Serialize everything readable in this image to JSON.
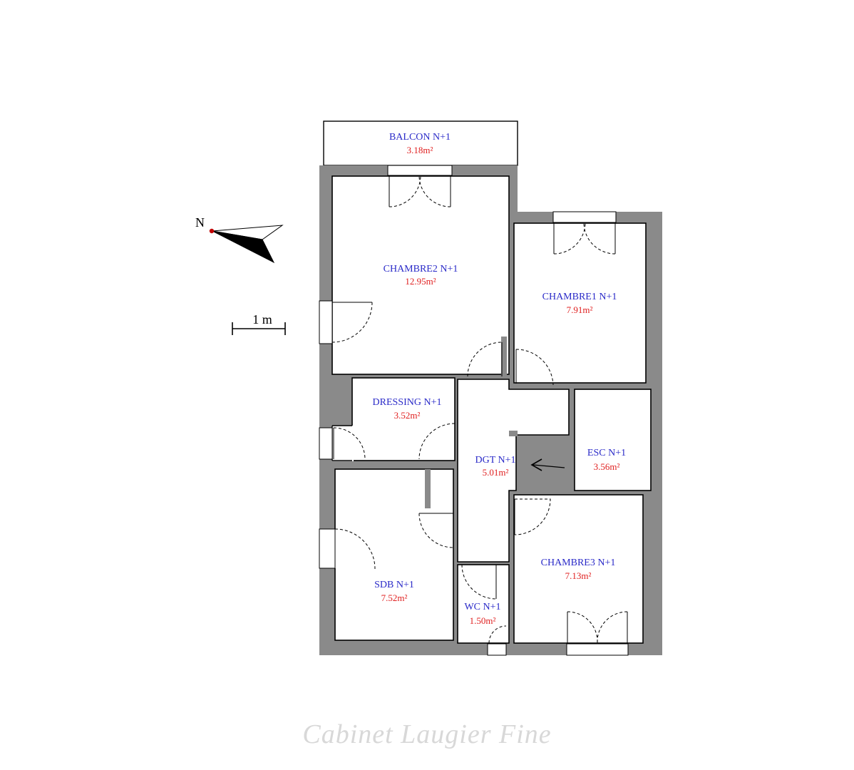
{
  "compass": {
    "label": "N"
  },
  "scale": {
    "label": "1 m"
  },
  "rooms": {
    "balcon": {
      "name": "BALCON N+1",
      "area": "3.18m²"
    },
    "chambre2": {
      "name": "CHAMBRE2 N+1",
      "area": "12.95m²"
    },
    "chambre1": {
      "name": "CHAMBRE1 N+1",
      "area": "7.91m²"
    },
    "dressing": {
      "name": "DRESSING N+1",
      "area": "3.52m²"
    },
    "dgt": {
      "name": "DGT N+1",
      "area": "5.01m²"
    },
    "esc": {
      "name": "ESC N+1",
      "area": "3.56m²"
    },
    "sdb": {
      "name": "SDB N+1",
      "area": "7.52m²"
    },
    "wc": {
      "name": "WC N+1",
      "area": "1.50m²"
    },
    "chambre3": {
      "name": "CHAMBRE3 N+1",
      "area": "7.13m²"
    }
  },
  "watermark": "Cabinet Laugier Fine",
  "colors": {
    "wall": "#8a8a8a",
    "room_name": "#2a2ac8",
    "room_area": "#e02020"
  }
}
